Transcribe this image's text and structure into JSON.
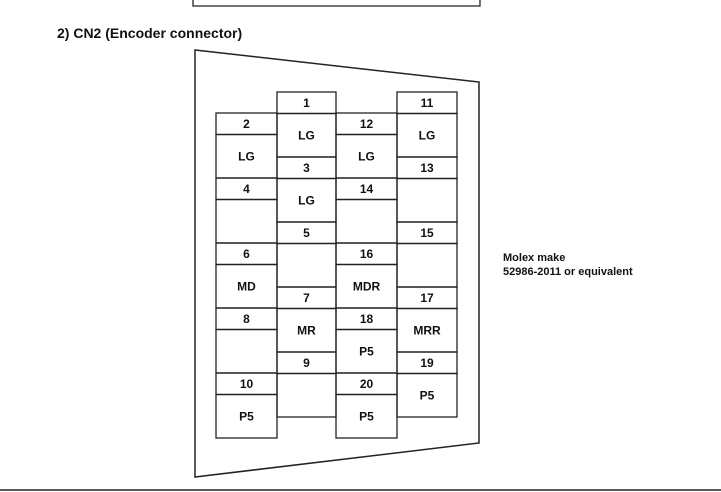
{
  "heading": "2) CN2 (Encoder connector)",
  "note": {
    "line1": "Molex make",
    "line2": "52986-2011 or equivalent"
  },
  "connector": {
    "columns": [
      {
        "pins": [
          {
            "number": "2",
            "signal": "LG"
          },
          {
            "number": "4",
            "signal": ""
          },
          {
            "number": "6",
            "signal": "MD"
          },
          {
            "number": "8",
            "signal": ""
          },
          {
            "number": "10",
            "signal": "P5"
          }
        ]
      },
      {
        "pins": [
          {
            "number": "1",
            "signal": "LG"
          },
          {
            "number": "3",
            "signal": "LG"
          },
          {
            "number": "5",
            "signal": ""
          },
          {
            "number": "7",
            "signal": "MR"
          },
          {
            "number": "9",
            "signal": ""
          }
        ]
      },
      {
        "pins": [
          {
            "number": "12",
            "signal": "LG"
          },
          {
            "number": "14",
            "signal": ""
          },
          {
            "number": "16",
            "signal": "MDR"
          },
          {
            "number": "18",
            "signal": "P5"
          },
          {
            "number": "20",
            "signal": "P5"
          }
        ]
      },
      {
        "pins": [
          {
            "number": "11",
            "signal": "LG"
          },
          {
            "number": "13",
            "signal": ""
          },
          {
            "number": "15",
            "signal": ""
          },
          {
            "number": "17",
            "signal": "MRR"
          },
          {
            "number": "19",
            "signal": "P5"
          }
        ]
      }
    ]
  }
}
